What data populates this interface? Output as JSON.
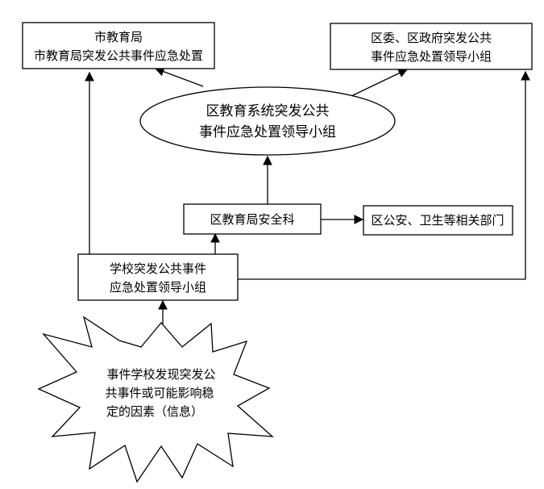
{
  "diagram": {
    "node_city": {
      "line1": "市教育局",
      "line2": "市教育局突发公共事件应急处置"
    },
    "node_district_committee": {
      "line1": "区委、区政府突发公共",
      "line2": "事件应急处置领导小组"
    },
    "node_district_edu_leadership": {
      "line1": "区教育系统突发公共",
      "line2": "事件应急处置领导小组"
    },
    "node_safety_section": {
      "label": "区教育局安全科"
    },
    "node_police_health": {
      "label": "区公安、卫生等相关部门"
    },
    "node_school_group": {
      "line1": "学校突发公共事件",
      "line2": "应急处置领导小组"
    },
    "node_trigger": {
      "line1": "事件学校发现突发公",
      "line2": "共事件或可能影响稳",
      "line3": "定的因素（信息）"
    }
  }
}
